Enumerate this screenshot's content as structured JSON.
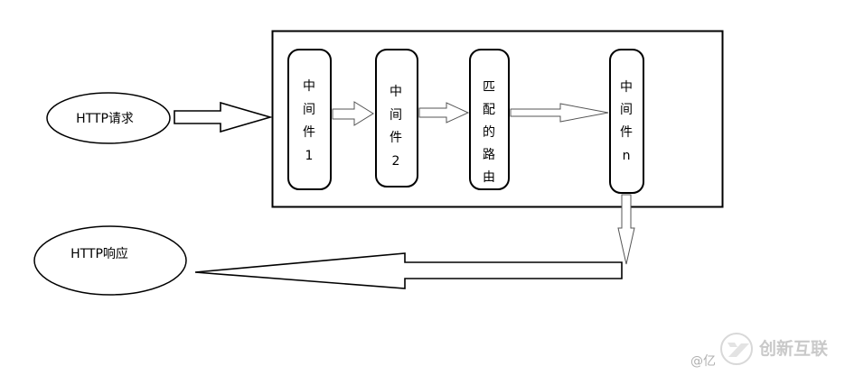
{
  "diagram": {
    "request_label": "HTTP请求",
    "response_label": "HTTP响应",
    "stages": [
      {
        "chars": [
          "中",
          "间",
          "件",
          "1"
        ]
      },
      {
        "chars": [
          "中",
          "间",
          "件",
          "2"
        ]
      },
      {
        "chars": [
          "匹",
          "配",
          "的",
          "路",
          "由"
        ]
      },
      {
        "chars": [
          "中",
          "间",
          "件",
          "n"
        ]
      }
    ]
  },
  "watermark": {
    "at_text": "@亿",
    "brand_text": "创新互联"
  },
  "colors": {
    "stroke": "#000000",
    "arrow_stroke": "#555555",
    "watermark": "#c9c9c9",
    "logo_ring": "#d8d8d8",
    "logo_mark": "#e3e3e3"
  }
}
